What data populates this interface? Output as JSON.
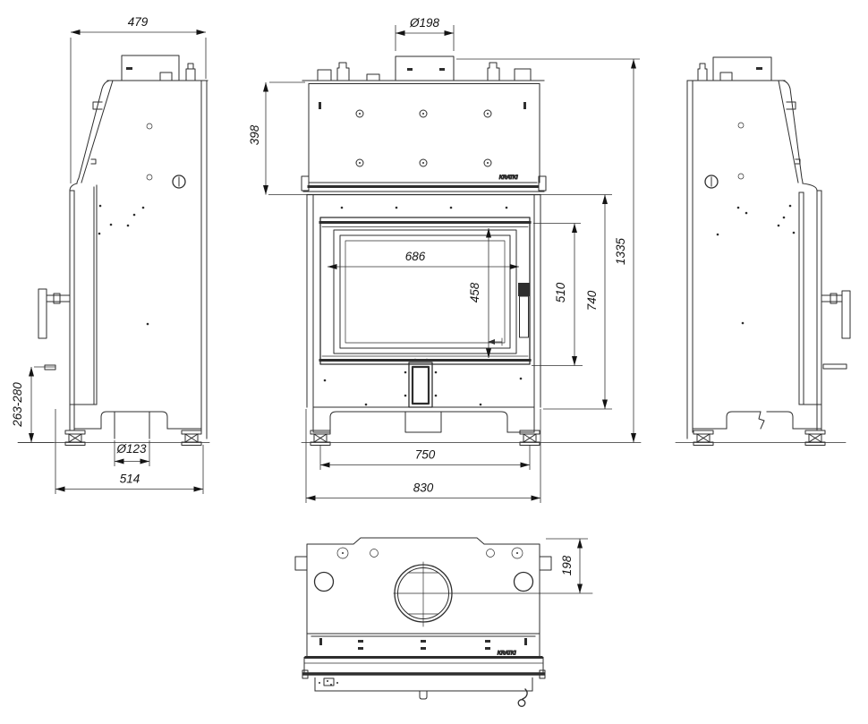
{
  "drawing": {
    "brand_logo": "KRATKI",
    "dims": {
      "side_top_depth": "479",
      "flue_diameter": "Ø198",
      "upper_section_height": "398",
      "glass_width": "686",
      "glass_height": "458",
      "door_height": "510",
      "front_section_height": "740",
      "overall_height": "1335",
      "rear_connector_height": "263-280",
      "air_inlet_diameter": "Ø123",
      "side_bottom_depth": "514",
      "feet_spacing": "750",
      "overall_width": "830",
      "flue_center_offset": "198"
    }
  }
}
